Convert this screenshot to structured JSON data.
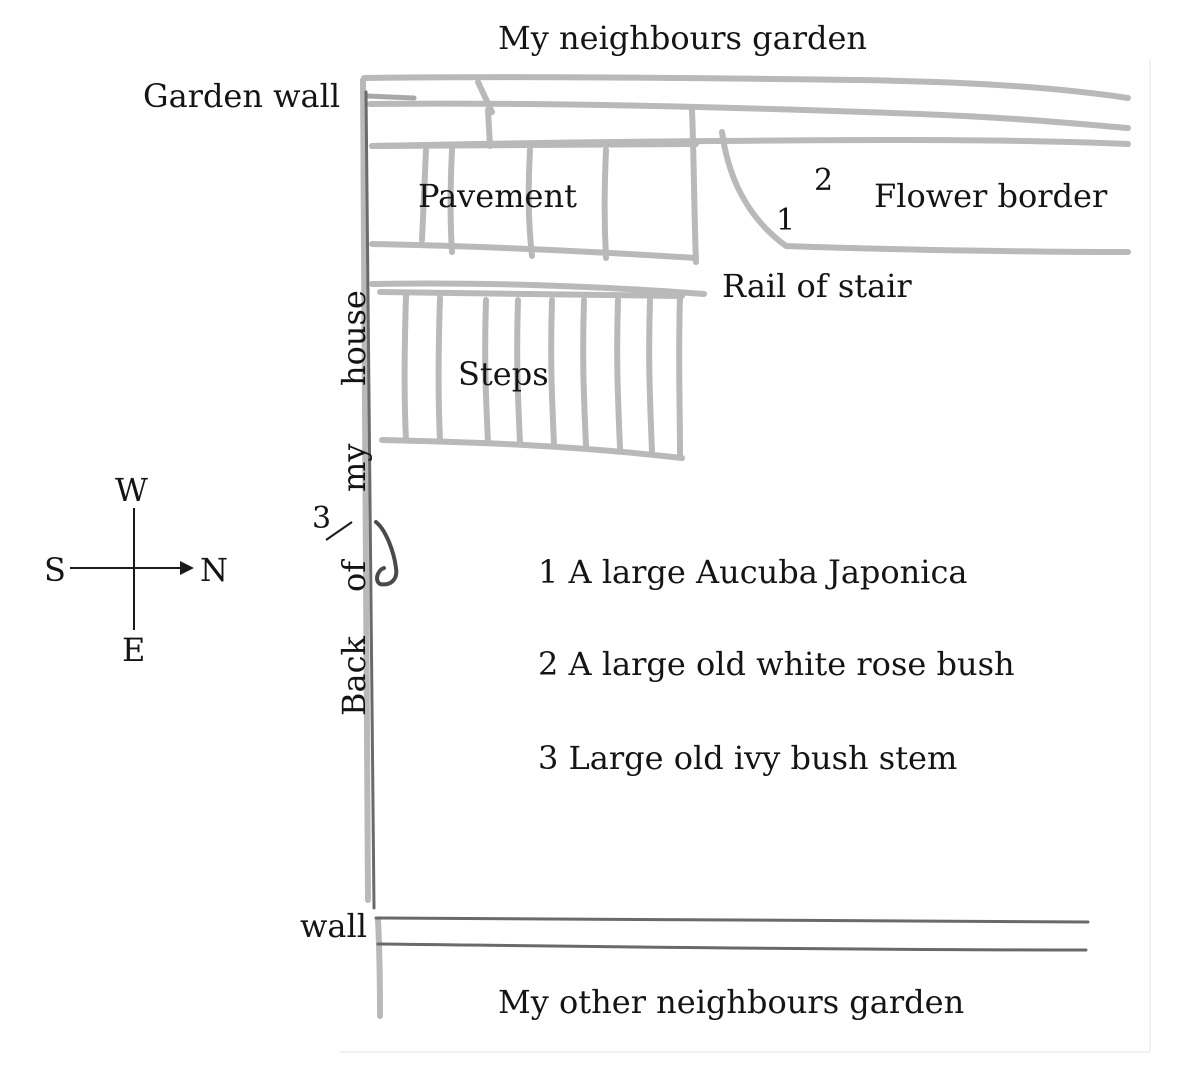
{
  "diagram": {
    "neighbour_top": "My neighbours garden",
    "neighbour_bottom": "My other neighbours garden",
    "garden_wall": "Garden wall",
    "pavement": "Pavement",
    "flower_border": "Flower border",
    "rail_of_stair": "Rail of stair",
    "steps": "Steps",
    "house_words": [
      "Back",
      "of",
      "my",
      "house"
    ],
    "wall": "wall",
    "markers": [
      "1",
      "2",
      "3"
    ],
    "legend": [
      {
        "num": "1",
        "text": "A large Aucuba Japonica"
      },
      {
        "num": "2",
        "text": "A large old white rose bush"
      },
      {
        "num": "3",
        "text": "Large old ivy bush stem"
      }
    ]
  },
  "compass": {
    "west": "W",
    "south": "S",
    "north": "N",
    "east": "E"
  }
}
